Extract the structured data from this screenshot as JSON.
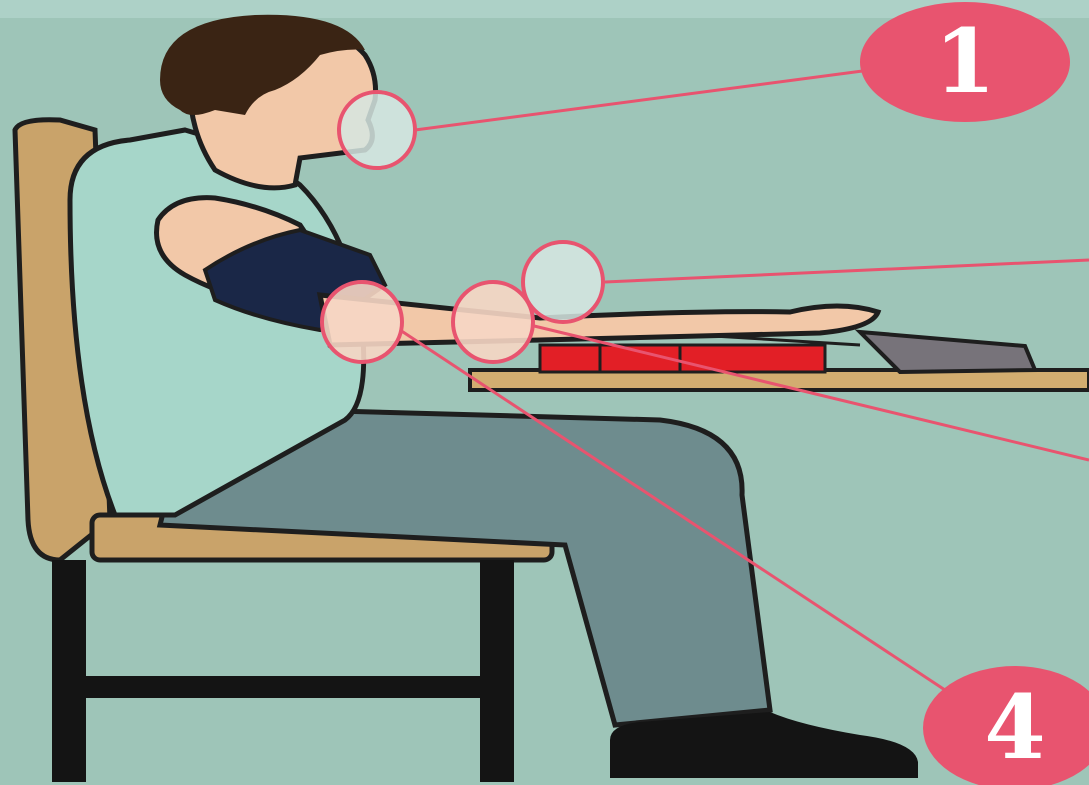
{
  "background_color": "#9ec5b8",
  "callout_color": "#e8546f",
  "callouts": [
    {
      "number": "1",
      "marker": "mouth-marker"
    },
    {
      "number": "4",
      "marker": "elbow-marker"
    }
  ],
  "unlabeled_callouts": [
    "upper-arm-marker",
    "forearm-marker"
  ],
  "icons": [
    "person-seated",
    "chair",
    "table",
    "blood-pressure-monitor",
    "arm-cuff"
  ]
}
